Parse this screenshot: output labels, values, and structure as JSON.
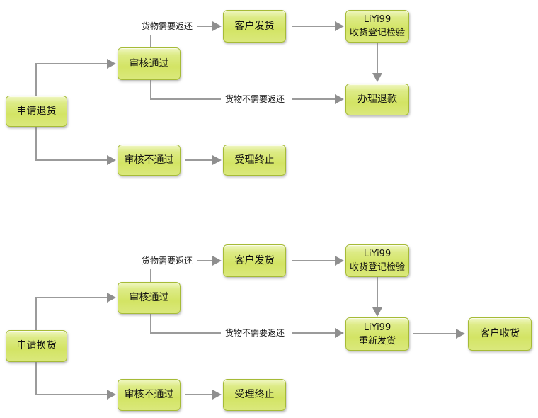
{
  "diagram": {
    "background": "#ffffff",
    "node_fill": "#d6e66c",
    "node_fill_highlight": "#f0f7c3",
    "node_border": "#a6bb37",
    "arrow_color": "#9b9b9b",
    "text_color": "#111111"
  },
  "flows": [
    {
      "nodes": [
        {
          "label": "申请退货"
        },
        {
          "label": "审核通过"
        },
        {
          "label": "审核不通过"
        },
        {
          "label": "客户发货"
        },
        {
          "label": "LiYi99\n收货登记检验"
        },
        {
          "label": "办理退款"
        },
        {
          "label": "受理终止"
        }
      ],
      "edge_labels": [
        {
          "label": "货物需要返还"
        },
        {
          "label": "货物不需要返还"
        }
      ]
    },
    {
      "nodes": [
        {
          "label": "申请换货"
        },
        {
          "label": "审核通过"
        },
        {
          "label": "审核不通过"
        },
        {
          "label": "客户发货"
        },
        {
          "label": "LiYi99\n收货登记检验"
        },
        {
          "label": "LiYi99\n重新发货"
        },
        {
          "label": "客户收货"
        },
        {
          "label": "受理终止"
        }
      ],
      "edge_labels": [
        {
          "label": "货物需要返还"
        },
        {
          "label": "货物不需要返还"
        }
      ]
    }
  ]
}
